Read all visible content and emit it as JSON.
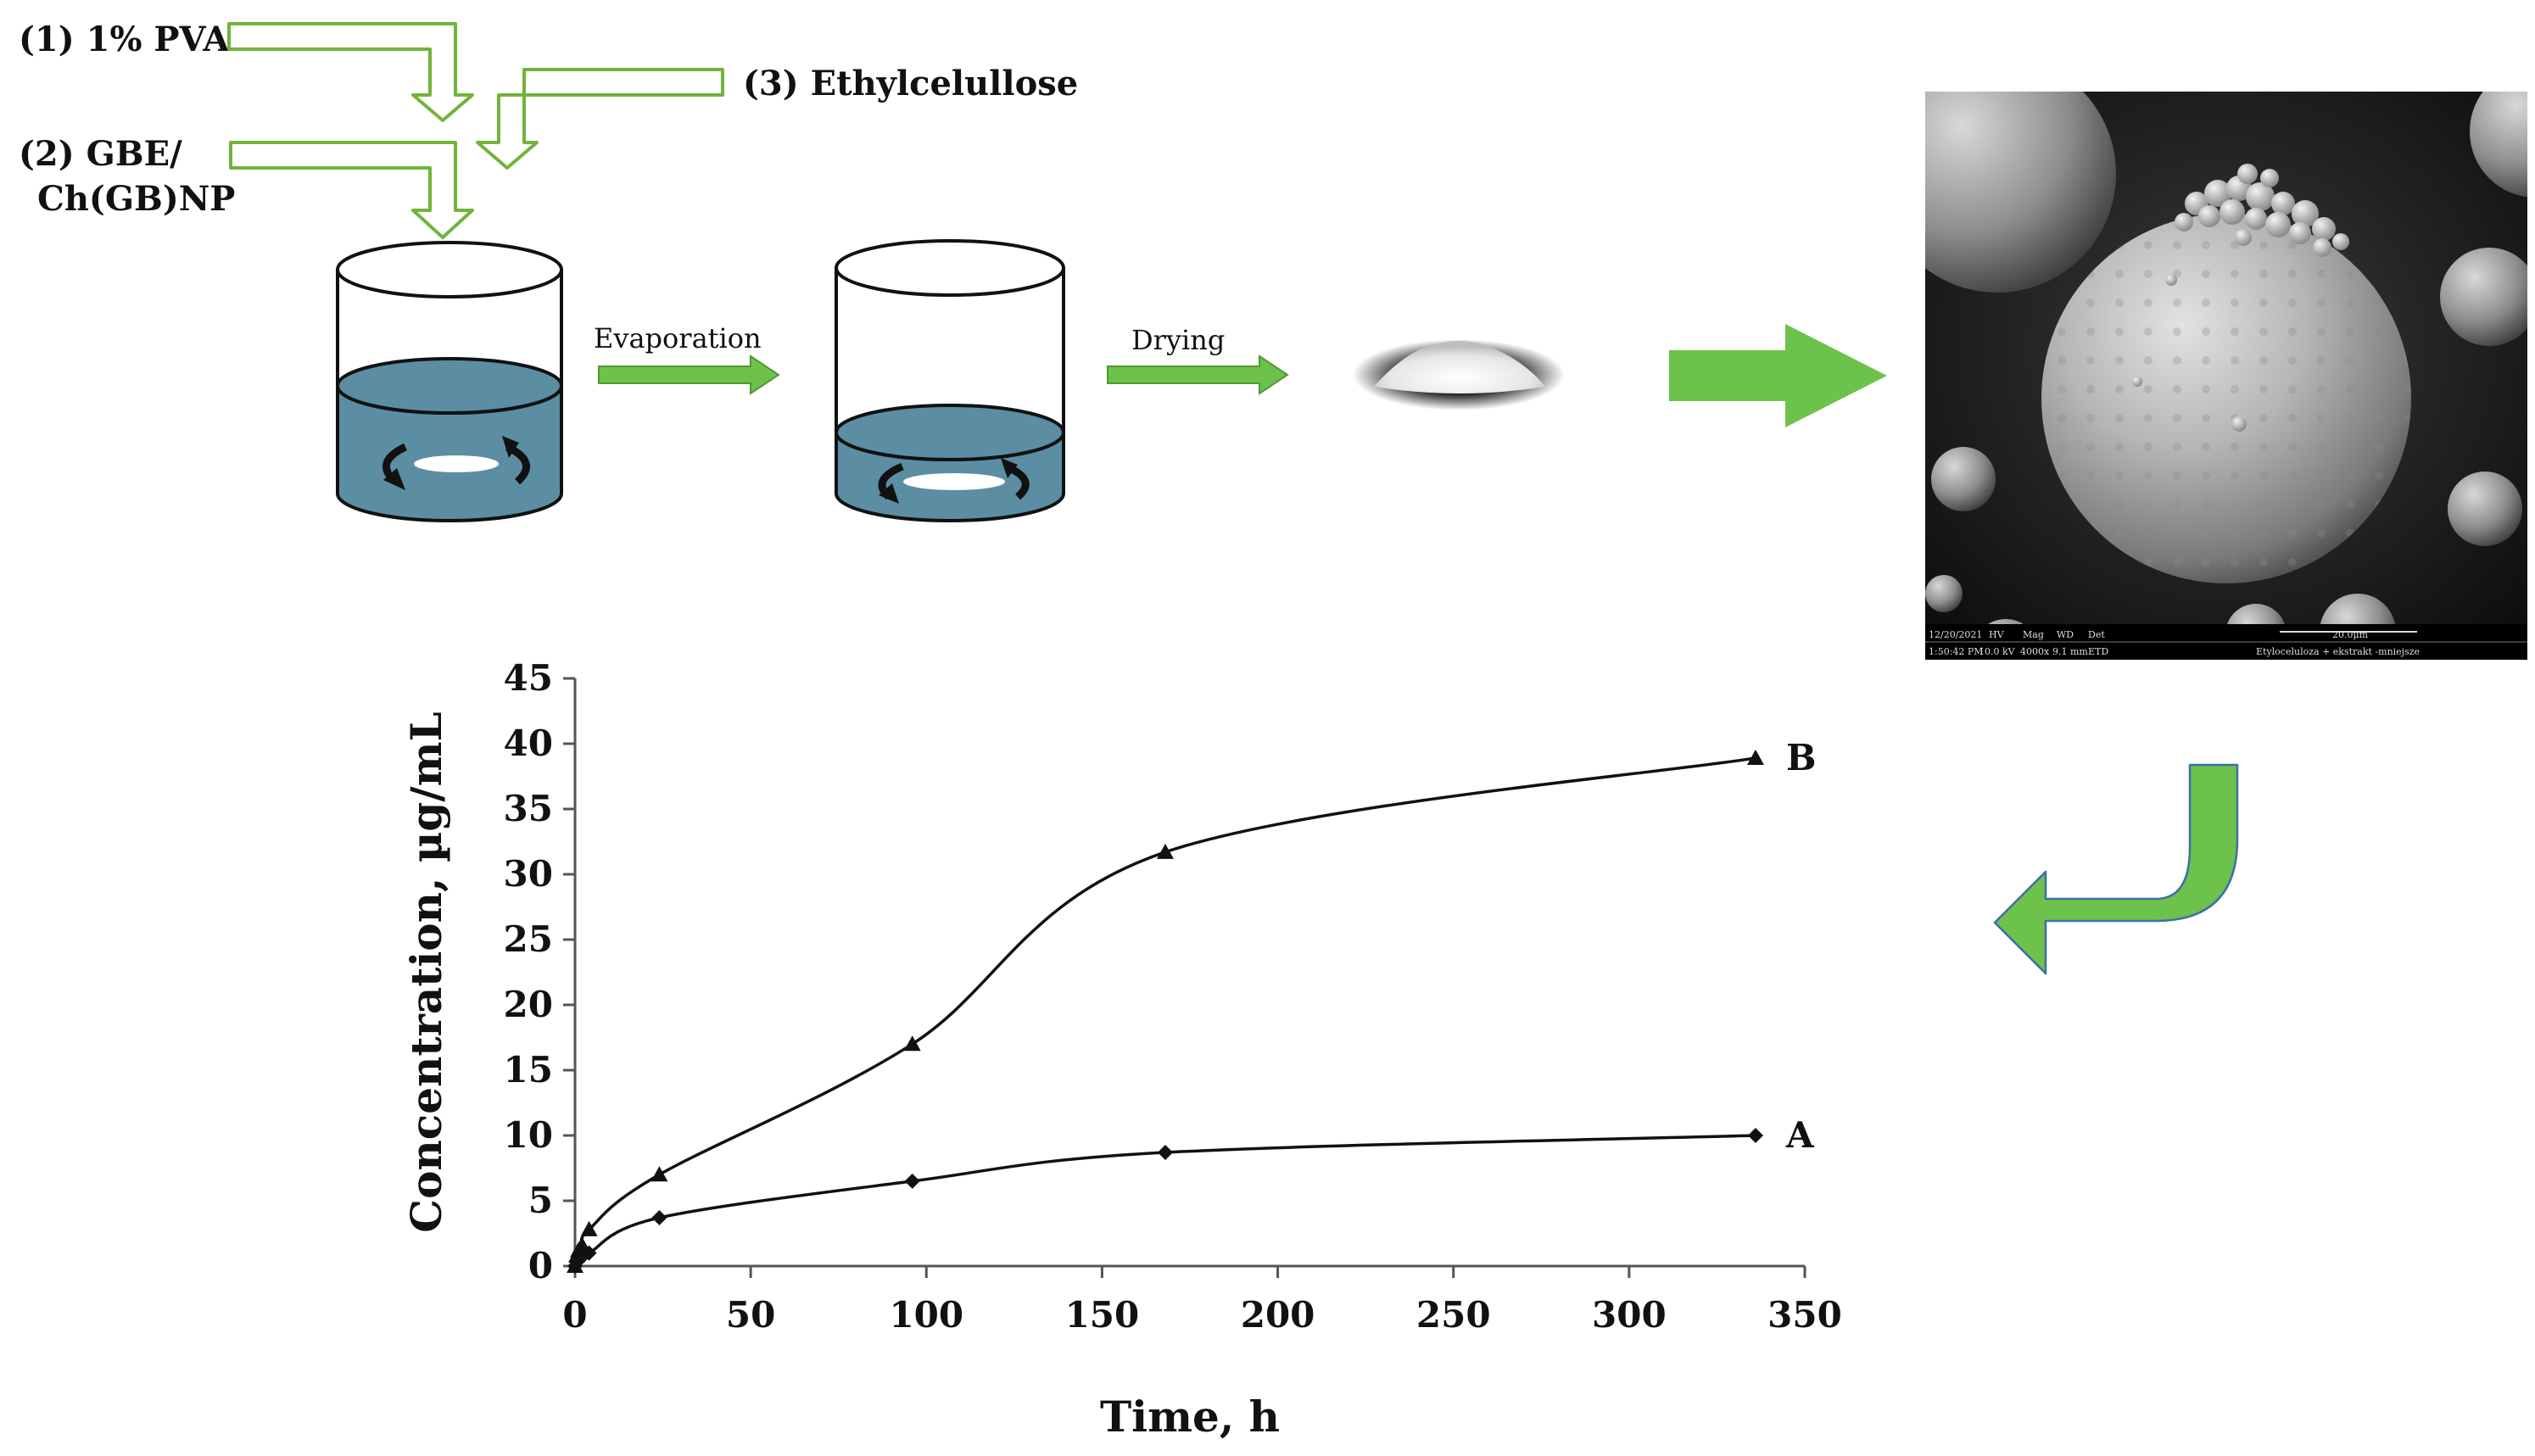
{
  "labels": {
    "step1": "(1) 1% PVA",
    "step2_line1": "(2) GBE/",
    "step2_line2": "Ch(GB)NP",
    "step3": "(3) Ethylcelullose",
    "evaporation": "Evaporation",
    "drying": "Drying"
  },
  "sem": {
    "info_row1": [
      "12/20/2021",
      "HV",
      "Mag",
      "WD",
      "Det",
      "20.0μm"
    ],
    "info_row2": [
      "1:50:42 PM",
      "10.0 kV",
      "4000x",
      "9.1 mm",
      "ETD",
      "Etyloceluloza + ekstrakt -mniejsze"
    ]
  },
  "colors": {
    "liquid": "#5b8ea2",
    "outline_arrow": "#72b33c",
    "green_arrow": "#6cc24a",
    "line": "#111111"
  },
  "chart_data": {
    "type": "line",
    "xlabel": "Time, h",
    "ylabel": "Concentration, µg/mL",
    "xlim": [
      0,
      350
    ],
    "ylim": [
      0,
      45
    ],
    "xticks": [
      0,
      50,
      100,
      150,
      200,
      250,
      300,
      350
    ],
    "yticks": [
      0,
      5,
      10,
      15,
      20,
      25,
      30,
      35,
      40,
      45
    ],
    "grid": false,
    "series": [
      {
        "name": "A",
        "marker": "diamond",
        "x": [
          0,
          0.5,
          1,
          2,
          4,
          24,
          96,
          168,
          336
        ],
        "y": [
          0,
          0.3,
          0.5,
          0.7,
          1.0,
          3.7,
          6.5,
          8.7,
          10.0
        ]
      },
      {
        "name": "B",
        "marker": "triangle",
        "x": [
          0,
          0.5,
          1,
          2,
          4,
          24,
          96,
          168,
          336
        ],
        "y": [
          0,
          0.8,
          1.2,
          1.6,
          2.8,
          7.0,
          17.0,
          31.7,
          38.9
        ]
      }
    ]
  }
}
